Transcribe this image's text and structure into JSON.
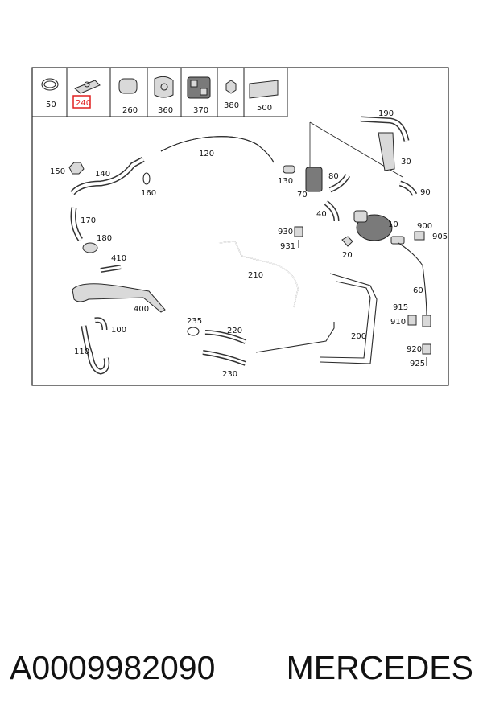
{
  "header_parts": [
    {
      "id": "hp-50",
      "label": "50"
    },
    {
      "id": "hp-240",
      "label": "240",
      "highlight": true
    },
    {
      "id": "hp-260",
      "label": "260"
    },
    {
      "id": "hp-360",
      "label": "360"
    },
    {
      "id": "hp-370",
      "label": "370"
    },
    {
      "id": "hp-380",
      "label": "380"
    },
    {
      "id": "hp-500",
      "label": "500"
    }
  ],
  "callouts": [
    "190",
    "120",
    "30",
    "150",
    "140",
    "130",
    "80",
    "90",
    "160",
    "70",
    "10",
    "40",
    "900",
    "905",
    "170",
    "930",
    "180",
    "931",
    "20",
    "410",
    "210",
    "60",
    "400",
    "915",
    "910",
    "235",
    "100",
    "220",
    "200",
    "110",
    "920",
    "925",
    "230"
  ],
  "highlight_color": "#e02020",
  "caption": {
    "part_number": "A0009982090",
    "brand": "MERCEDES"
  }
}
